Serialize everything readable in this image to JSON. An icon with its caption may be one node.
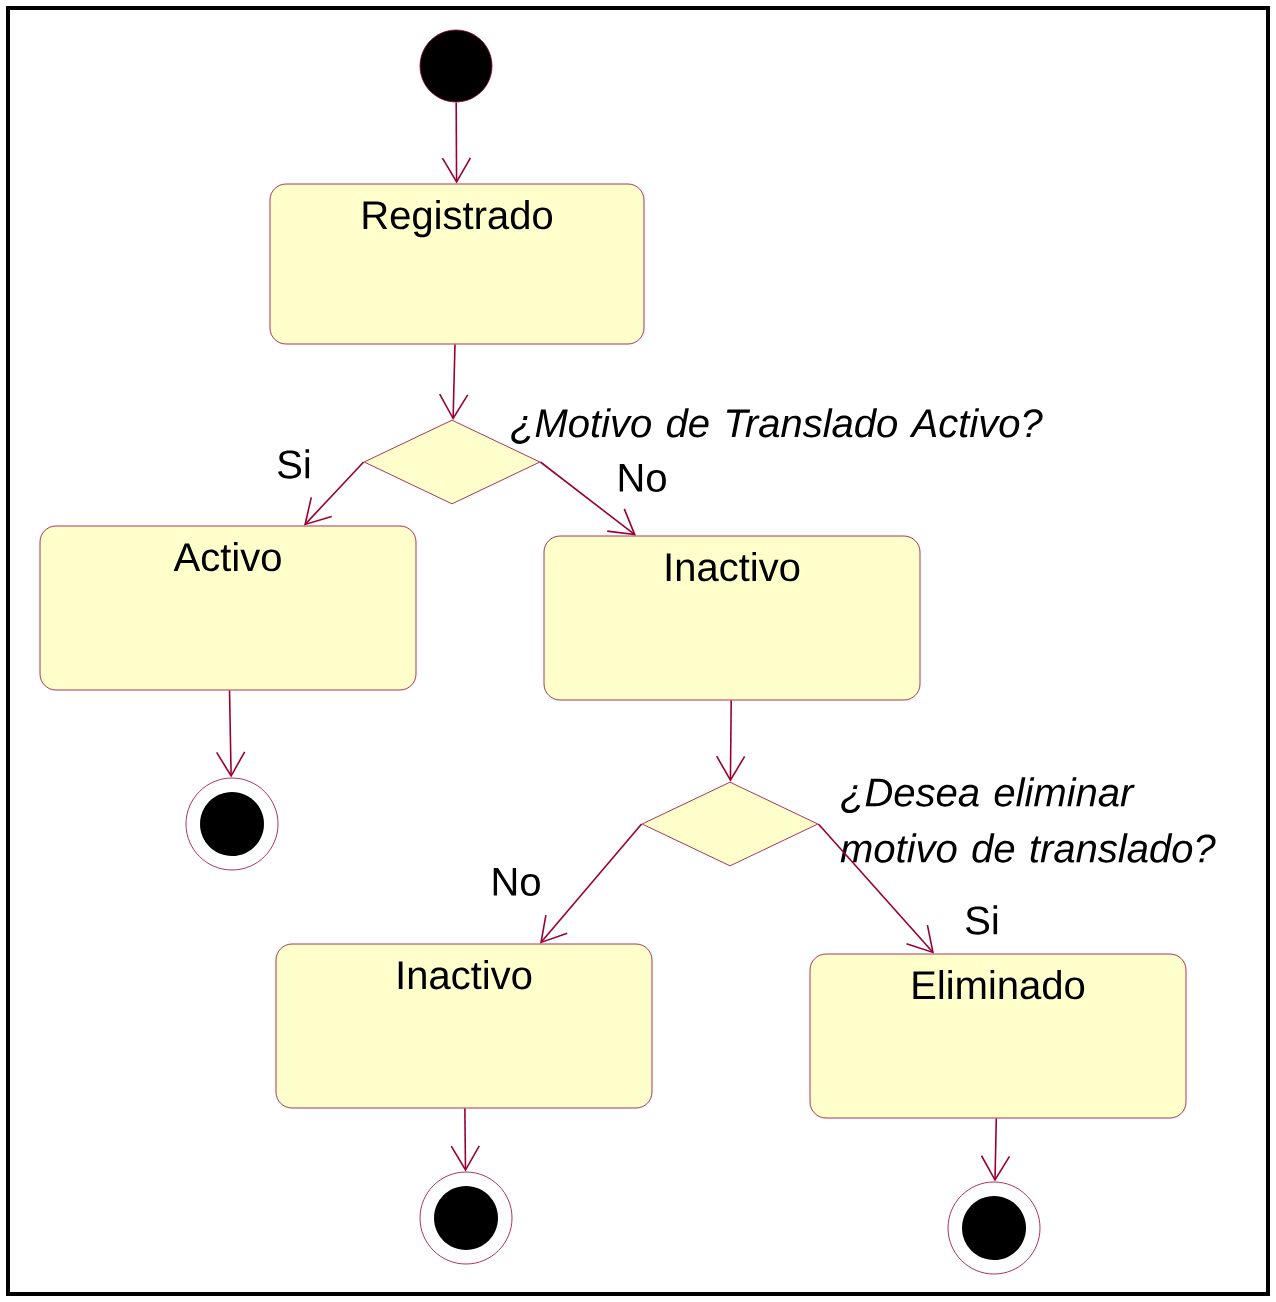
{
  "diagram": {
    "nodes": [
      {
        "text": [],
        "shape": "circle"
      },
      {
        "text": [
          "Registrado"
        ]
      },
      {
        "text": [],
        "shape": "diamond",
        "beside": [
          "¿Motivo de Translado Activo?"
        ]
      },
      {
        "text": [
          "Activo"
        ]
      },
      {
        "text": [
          "Inactivo"
        ]
      },
      {
        "text": [],
        "shape": "circle"
      },
      {
        "text": [],
        "shape": "diamond",
        "beside": [
          "¿Desea eliminar motivo de translado?"
        ]
      },
      {
        "text": [
          "Inactivo"
        ]
      },
      {
        "text": [
          "Eliminado"
        ]
      },
      {
        "text": [],
        "shape": "circle"
      },
      {
        "text": [],
        "shape": "circle"
      }
    ],
    "edges": [
      {
        "from": 0,
        "to": 1,
        "arrow": "to"
      },
      {
        "from": 1,
        "to": 2,
        "arrow": "to"
      },
      {
        "from": 2,
        "to": 3,
        "arrow": "to",
        "label": "Si"
      },
      {
        "from": 2,
        "to": 4,
        "arrow": "to",
        "label": "No"
      },
      {
        "from": 3,
        "to": 5,
        "arrow": "to"
      },
      {
        "from": 4,
        "to": 6,
        "arrow": "to"
      },
      {
        "from": 6,
        "to": 7,
        "arrow": "to",
        "label": "No"
      },
      {
        "from": 6,
        "to": 8,
        "arrow": "to",
        "label": "Si"
      },
      {
        "from": 7,
        "to": 9,
        "arrow": "to"
      },
      {
        "from": 8,
        "to": 10,
        "arrow": "to"
      }
    ]
  }
}
